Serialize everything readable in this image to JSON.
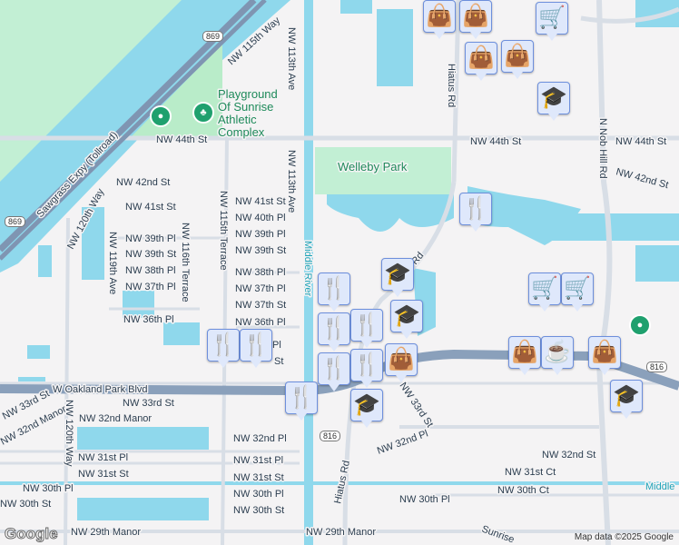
{
  "map": {
    "colors": {
      "land": "#f4f3f4",
      "water": "#8fd8ec",
      "park": "#c2efd4",
      "road": "#d8dee6",
      "highway": "#7f95b2",
      "marker": "#0b4065",
      "marker_bg": "#dfe8fb"
    },
    "labels": [
      {
        "text": "NW 115th Way",
        "kind": "street"
      },
      {
        "text": "NW 113th Ave",
        "kind": "street"
      },
      {
        "text": "Playground",
        "kind": "park"
      },
      {
        "text": "Of Sunrise",
        "kind": "park"
      },
      {
        "text": "Athletic",
        "kind": "park"
      },
      {
        "text": "Complex",
        "kind": "park"
      },
      {
        "text": "NW 44th St",
        "kind": "street"
      },
      {
        "text": "NW 44th St",
        "kind": "street"
      },
      {
        "text": "NW 44th St",
        "kind": "street"
      },
      {
        "text": "Sawgrass Expy (Tollroad)",
        "kind": "street"
      },
      {
        "text": "Welleby Park",
        "kind": "park"
      },
      {
        "text": "NW 42nd St",
        "kind": "street"
      },
      {
        "text": "NW 120th Way",
        "kind": "street"
      },
      {
        "text": "NW 41st St",
        "kind": "street"
      },
      {
        "text": "NW 41st St",
        "kind": "street"
      },
      {
        "text": "NW 40th Pl",
        "kind": "street"
      },
      {
        "text": "NW 39th Pl",
        "kind": "street"
      },
      {
        "text": "NW 39th Pl",
        "kind": "street"
      },
      {
        "text": "NW 39th St",
        "kind": "street"
      },
      {
        "text": "NW 39th St",
        "kind": "street"
      },
      {
        "text": "NW 38th Pl",
        "kind": "street"
      },
      {
        "text": "NW 38th Pl",
        "kind": "street"
      },
      {
        "text": "NW 37th Pl",
        "kind": "street"
      },
      {
        "text": "NW 37th Pl",
        "kind": "street"
      },
      {
        "text": "NW 37th St",
        "kind": "street"
      },
      {
        "text": "NW 36th Pl",
        "kind": "street"
      },
      {
        "text": "NW 36th Pl",
        "kind": "street"
      },
      {
        "text": "Pl",
        "kind": "street"
      },
      {
        "text": "St",
        "kind": "street"
      },
      {
        "text": "NW 119th Ave",
        "kind": "street"
      },
      {
        "text": "NW 116th Terrace",
        "kind": "street"
      },
      {
        "text": "NW 115th Terrace",
        "kind": "street"
      },
      {
        "text": "NW 113th Ave",
        "kind": "street"
      },
      {
        "text": "Middle River",
        "kind": "water"
      },
      {
        "text": "Middle",
        "kind": "water"
      },
      {
        "text": "W Oakland Park Blvd",
        "kind": "street"
      },
      {
        "text": "NW 33rd St",
        "kind": "street"
      },
      {
        "text": "NW 33rd St",
        "kind": "street"
      },
      {
        "text": "NW 32nd Manor",
        "kind": "street"
      },
      {
        "text": "NW 32nd Manor",
        "kind": "street"
      },
      {
        "text": "NW 120th Way",
        "kind": "street"
      },
      {
        "text": "NW 32nd Pl",
        "kind": "street"
      },
      {
        "text": "NW 32nd Pl",
        "kind": "street"
      },
      {
        "text": "NW 31st Pl",
        "kind": "street"
      },
      {
        "text": "NW 31st Pl",
        "kind": "street"
      },
      {
        "text": "NW 31st St",
        "kind": "street"
      },
      {
        "text": "NW 31st St",
        "kind": "street"
      },
      {
        "text": "NW 30th Pl",
        "kind": "street"
      },
      {
        "text": "NW 30th Pl",
        "kind": "street"
      },
      {
        "text": "NW 30th Pl",
        "kind": "street"
      },
      {
        "text": "NW 30th St",
        "kind": "street"
      },
      {
        "text": "NW 30th St",
        "kind": "street"
      },
      {
        "text": "NW 29th Manor",
        "kind": "street"
      },
      {
        "text": "NW 29th Manor",
        "kind": "street"
      },
      {
        "text": "Hiatus Rd",
        "kind": "street"
      },
      {
        "text": "Rd",
        "kind": "street"
      },
      {
        "text": "Hiatus Rd",
        "kind": "street"
      },
      {
        "text": "NW 33rd St",
        "kind": "street"
      },
      {
        "text": "NW 32nd St",
        "kind": "street"
      },
      {
        "text": "NW 31st Ct",
        "kind": "street"
      },
      {
        "text": "NW 30th Ct",
        "kind": "street"
      },
      {
        "text": "Sunrise",
        "kind": "street"
      },
      {
        "text": "N Nob Hill Rd",
        "kind": "street"
      },
      {
        "text": "NW 42nd St",
        "kind": "street"
      }
    ],
    "shields": [
      "869",
      "869",
      "816",
      "816"
    ],
    "markers": [
      {
        "type": "shopping-bag"
      },
      {
        "type": "shopping-bag"
      },
      {
        "type": "shopping-bag"
      },
      {
        "type": "shopping-bag"
      },
      {
        "type": "shopping-cart"
      },
      {
        "type": "graduation-cap"
      },
      {
        "type": "restaurant"
      },
      {
        "type": "graduation-cap"
      },
      {
        "type": "restaurant"
      },
      {
        "type": "restaurant"
      },
      {
        "type": "graduation-cap"
      },
      {
        "type": "restaurant"
      },
      {
        "type": "restaurant"
      },
      {
        "type": "restaurant"
      },
      {
        "type": "restaurant"
      },
      {
        "type": "restaurant"
      },
      {
        "type": "restaurant"
      },
      {
        "type": "shopping-bag"
      },
      {
        "type": "graduation-cap"
      },
      {
        "type": "shopping-cart"
      },
      {
        "type": "shopping-cart"
      },
      {
        "type": "shopping-bag"
      },
      {
        "type": "coffee"
      },
      {
        "type": "shopping-bag"
      },
      {
        "type": "graduation-cap"
      }
    ],
    "green_pins": [
      {
        "type": "place"
      },
      {
        "type": "park-tree"
      },
      {
        "type": "place"
      }
    ],
    "attribution": "Map data ©2025 Google",
    "logo": "Google"
  }
}
